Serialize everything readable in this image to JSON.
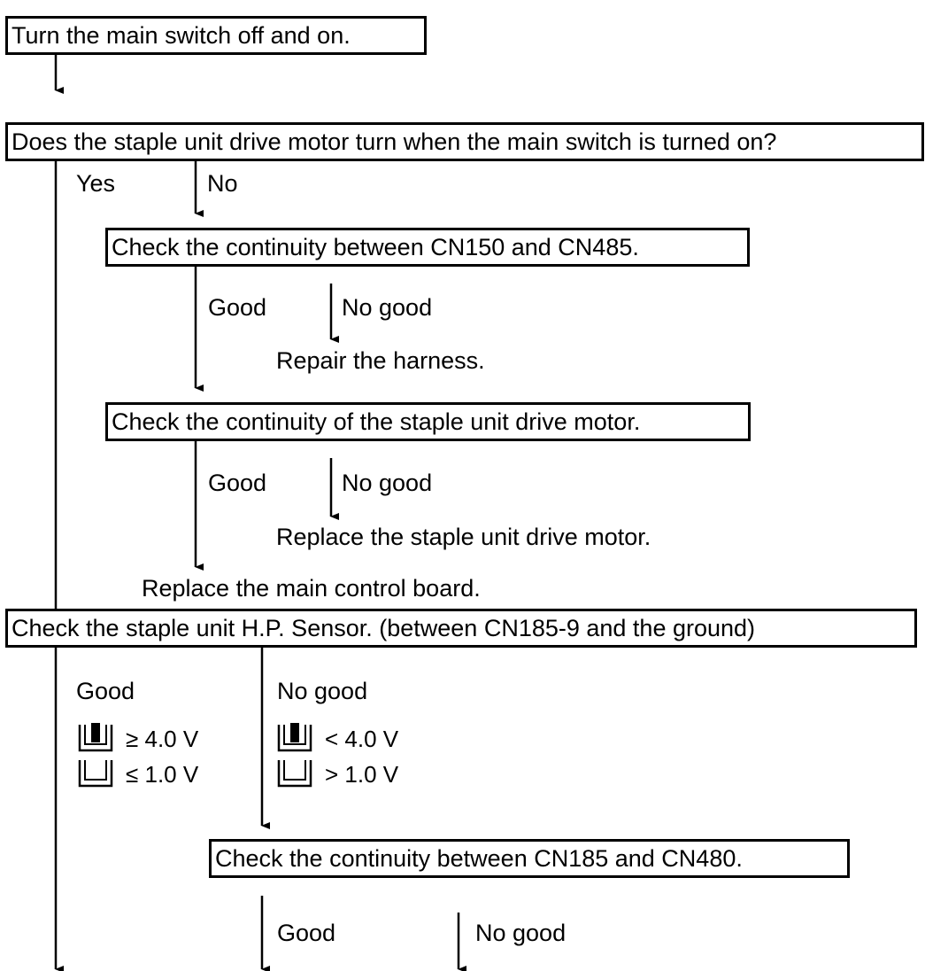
{
  "boxes": {
    "start": "Turn the main switch off and on.",
    "q_motor": "Does the staple unit drive motor turn when the main switch is turned on?",
    "check_cn150": "Check the continuity between CN150 and CN485.",
    "check_motor": "Check the continuity of the staple unit drive motor.",
    "check_hp": "Check the staple unit H.P. Sensor. (between CN185-9 and the ground)",
    "check_cn185": "Check the continuity between CN185 and CN480."
  },
  "labels": {
    "yes": "Yes",
    "no": "No",
    "good": "Good",
    "no_good": "No good"
  },
  "actions": {
    "repair_harness": "Repair the harness.",
    "replace_motor": "Replace the staple unit drive motor.",
    "replace_board": "Replace the main control board."
  },
  "sensor_readings": {
    "good_blocked": "≥ 4.0 V",
    "good_open": "≤ 1.0 V",
    "nogood_blocked": "< 4.0 V",
    "nogood_open": "> 1.0 V"
  },
  "icons": {
    "blocked": "sensor-blocked-icon",
    "open": "sensor-open-icon"
  }
}
